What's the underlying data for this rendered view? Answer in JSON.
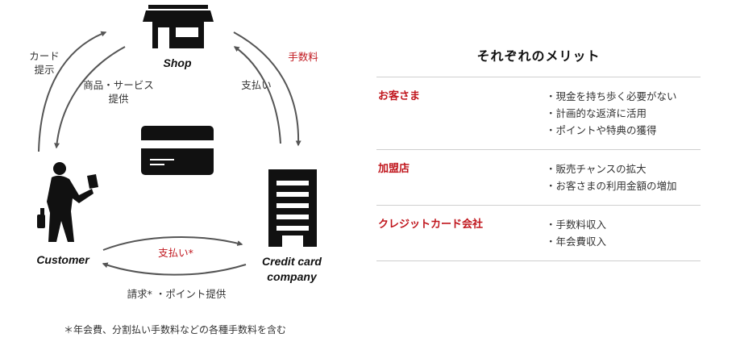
{
  "diagram": {
    "nodes": {
      "shop": "Shop",
      "customer": "Customer",
      "company_line1": "Credit card",
      "company_line2": "company"
    },
    "edges": {
      "card_present_line1": "カード",
      "card_present_line2": "提示",
      "goods_line1": "商品・サービス",
      "goods_line2": "提供",
      "fee": "手数料",
      "payment_to_shop": "支払い",
      "payment_to_company": "支払い*",
      "billing": "請求* ・ポイント提供"
    },
    "footnote": "＊年会費、分割払い手数料などの各種手数料を含む",
    "colors": {
      "accent": "#c0161d",
      "icon": "#111111",
      "arrow": "#555555"
    },
    "icons": [
      "store-icon",
      "credit-card-icon",
      "person-with-card-icon",
      "office-building-icon"
    ]
  },
  "merits": {
    "title": "それぞれのメリット",
    "rows": [
      {
        "label": "お客さま",
        "items": [
          "現金を持ち歩く必要がない",
          "計画的な返済に活用",
          "ポイントや特典の獲得"
        ]
      },
      {
        "label": "加盟店",
        "items": [
          "販売チャンスの拡大",
          "お客さまの利用金額の増加"
        ]
      },
      {
        "label": "クレジットカード会社",
        "items": [
          "手数料収入",
          "年会費収入"
        ]
      }
    ]
  }
}
